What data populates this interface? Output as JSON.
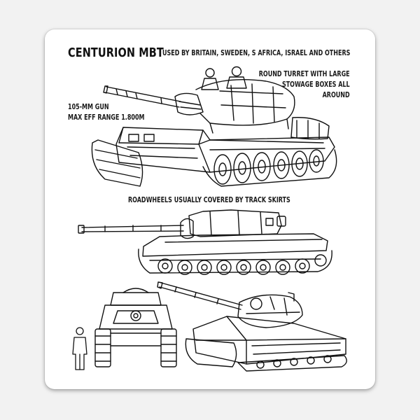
{
  "sheet": {
    "title": "CENTURION MBT",
    "subtitle": "USED BY BRITAIN, SWEDEN, S AFRICA, ISRAEL AND OTHERS",
    "turret_note": [
      "ROUND TURRET WITH LARGE",
      "STOWAGE BOXES ALL",
      "AROUND"
    ],
    "gun_note": [
      "105-MM GUN",
      "MAX EFF RANGE 1.800M"
    ],
    "wheels_note": "ROADWHEELS USUALLY COVERED BY TRACK SKIRTS"
  },
  "colors": {
    "ink": "#111111",
    "sticker": "#ffffff",
    "background": "#f2f2f2"
  },
  "icons": [
    "tank-three-quarter-drawing",
    "tank-side-drawing",
    "tank-front-drawing",
    "tank-rear-quarter-drawing",
    "human-figure-scale-icon"
  ]
}
